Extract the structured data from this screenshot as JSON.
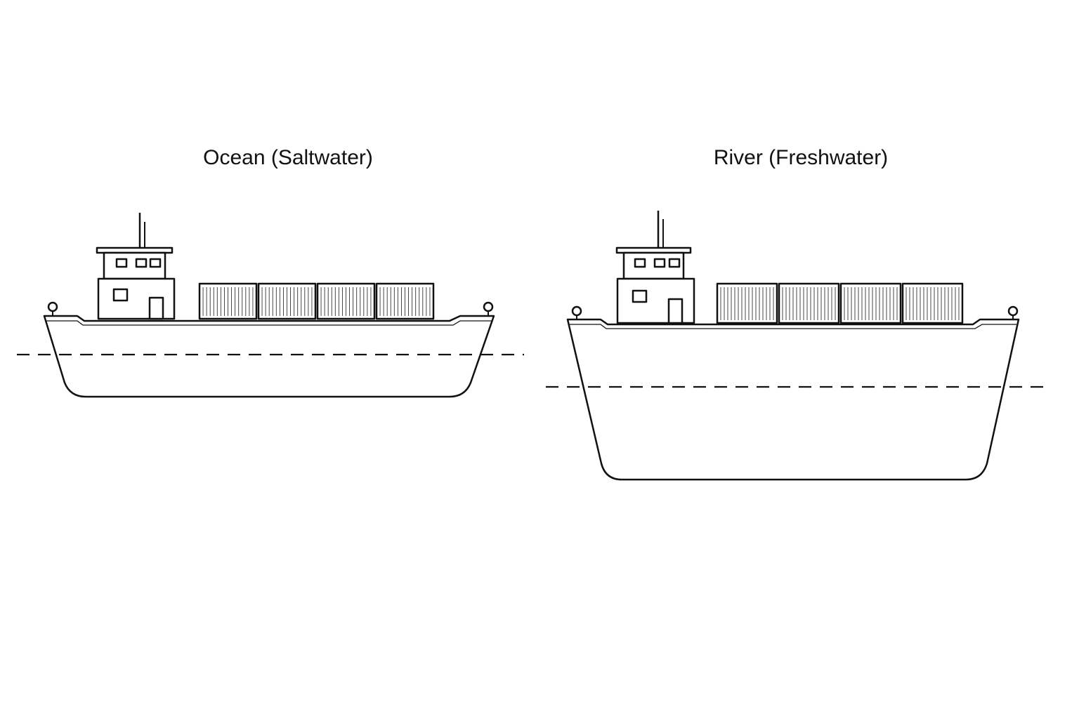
{
  "panels": [
    {
      "id": "ocean",
      "title": "Ocean (Saltwater)"
    },
    {
      "id": "river",
      "title": "River (Freshwater)"
    }
  ],
  "colors": {
    "line": "#111111",
    "background": "#ffffff"
  }
}
